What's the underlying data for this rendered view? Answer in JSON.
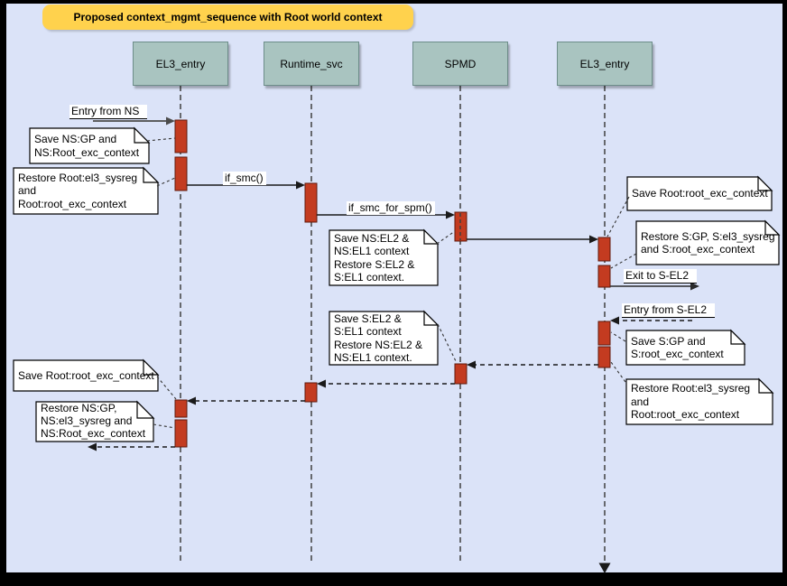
{
  "title": "Proposed context_mgmt_sequence with Root world context",
  "lifelines": [
    {
      "label": "EL3_entry"
    },
    {
      "label": "Runtime_svc"
    },
    {
      "label": "SPMD"
    },
    {
      "label": "EL3_entry"
    }
  ],
  "messages": {
    "entry_from_ns": "Entry from NS",
    "if_smc": "if_smc()",
    "if_smc_for_spm": "if_smc_for_spm()",
    "exit_to_s_el2": "Exit to S-EL2",
    "entry_from_s_el2": "Entry from S-EL2"
  },
  "notes": [
    {
      "text": "Save NS:GP and\nNS:Root_exc_context"
    },
    {
      "text": "Restore Root:el3_sysreg\nand\nRoot:root_exc_context"
    },
    {
      "text": "Save NS:EL2 &\nNS:EL1 context\nRestore S:EL2 &\nS:EL1 context."
    },
    {
      "text": "Save Root:root_exc_context"
    },
    {
      "text": "Restore S:GP, S:el3_sysreg\nand S:root_exc_context"
    },
    {
      "text": "Save S:GP and\nS:root_exc_context"
    },
    {
      "text": "Restore Root:el3_sysreg\nand\nRoot:root_exc_context"
    },
    {
      "text": "Save S:EL2 &\nS:EL1 context\nRestore NS:EL2 &\nNS:EL1 context."
    },
    {
      "text": "Save Root:root_exc_context"
    },
    {
      "text": "Restore NS:GP,\nNS:el3_sysreg and\nNS:Root_exc_context"
    }
  ],
  "colors": {
    "canvas_background": "#dbe3f8",
    "frame": "#000000",
    "title_fill": "#ffd24d",
    "lifeline_header_fill": "#a9c4c0",
    "activation_fill": "#c33b20",
    "activation_stroke": "#5f1a0b",
    "note_fill": "#ffffff",
    "line_color": "#1a1a1a"
  }
}
